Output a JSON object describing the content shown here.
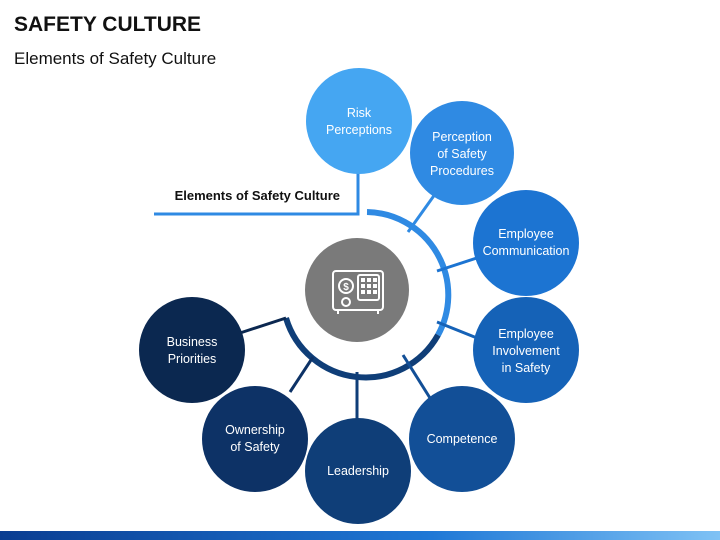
{
  "slide": {
    "title": "SAFETY CULTURE",
    "subtitle": "Elements of Safety Culture"
  },
  "diagram": {
    "caption": "Elements of Safety Culture",
    "center_icon": "safe-with-dollar-icon",
    "nodes": [
      {
        "id": "risk-perceptions",
        "lines": [
          "Risk",
          "Perceptions"
        ],
        "color": "#45a6f2"
      },
      {
        "id": "perception-of-safety-procedures",
        "lines": [
          "Perception",
          "of Safety",
          "Procedures"
        ],
        "color": "#2f8ae3"
      },
      {
        "id": "employee-communication",
        "lines": [
          "Employee",
          "Communication"
        ],
        "color": "#1c74d2"
      },
      {
        "id": "employee-involvement-in-safety",
        "lines": [
          "Employee",
          "Involvement",
          "in Safety"
        ],
        "color": "#1562b7"
      },
      {
        "id": "competence",
        "lines": [
          "Competence"
        ],
        "color": "#124f97"
      },
      {
        "id": "leadership",
        "lines": [
          "Leadership"
        ],
        "color": "#0f3e78"
      },
      {
        "id": "ownership-of-safety",
        "lines": [
          "Ownership",
          "of Safety"
        ],
        "color": "#0d3266"
      },
      {
        "id": "business-priorities",
        "lines": [
          "Business",
          "Priorities"
        ],
        "color": "#0b2850"
      }
    ]
  }
}
